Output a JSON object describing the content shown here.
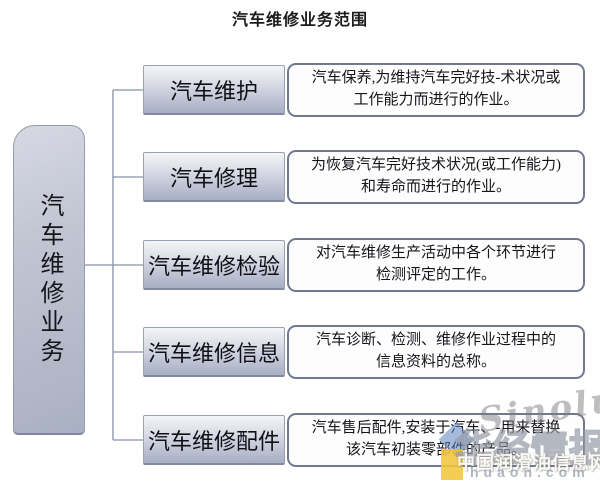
{
  "title": "汽车维修业务范围",
  "root": {
    "label": "汽车维修业务"
  },
  "rows": [
    {
      "label": "汽车维护",
      "desc": "汽车保养,为维持汽车完好技-术状况或\n工作能力而进行的作业。"
    },
    {
      "label": "汽车修理",
      "desc": "为恢复汽车完好技术状况(或工作能力)\n和寿命而进行的作业。"
    },
    {
      "label": "汽车维修检验",
      "desc": "对汽车维修生产活动中各个环节进行\n检测评定的工作。"
    },
    {
      "label": "汽车维修信息",
      "desc": "汽车诊断、检测、维修作业过程中的\n信息资料的总称。"
    },
    {
      "label": "汽车维修配件",
      "desc": "汽车售后配件,安装于汽车、-用来替换\n该汽车初装零部件的产品。"
    }
  ],
  "watermark": {
    "script_text": "Sinolub",
    "brand_outline": "华经情报网",
    "brand_sub": "中国润滑油信息网",
    "domain": "huaon.com"
  },
  "colors": {
    "box_gradient_top": "#f4f5f8",
    "box_gradient_bottom": "#a7aec4",
    "desc_border": "#70798d",
    "connector_line": "#8790a6",
    "watermark_yellow": "#f0c53c",
    "watermark_blue": "#5f85c0"
  }
}
